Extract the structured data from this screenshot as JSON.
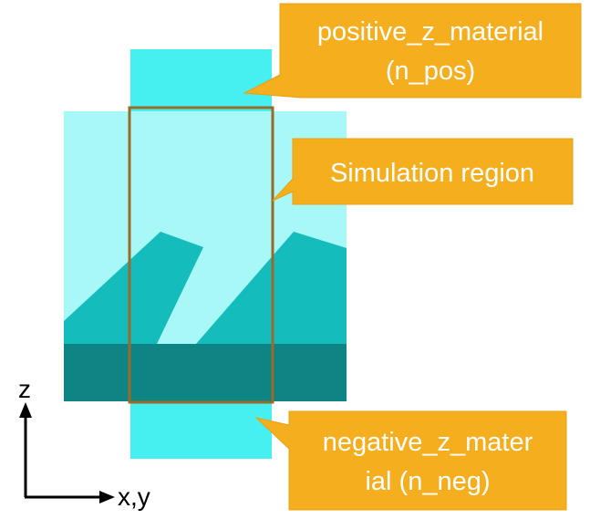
{
  "diagram": {
    "callouts": {
      "positive_z": {
        "line1": "positive_z_material",
        "line2": "(n_pos)"
      },
      "simulation": {
        "line1": "Simulation region"
      },
      "negative_z": {
        "line1": "negative_z_mater",
        "line2": "ial (n_neg)"
      }
    },
    "axes": {
      "vertical_label": "z",
      "horizontal_label": "x,y"
    },
    "colors": {
      "cladding_bright": "#46F0F0",
      "cladding_pale": "#A8F8F8",
      "grating_teeth": "#14BCBC",
      "substrate": "#0E8484",
      "simulation_border": "#9A6A2A",
      "callout_fill": "#F5AE1E",
      "callout_border": "#E8A010"
    }
  }
}
